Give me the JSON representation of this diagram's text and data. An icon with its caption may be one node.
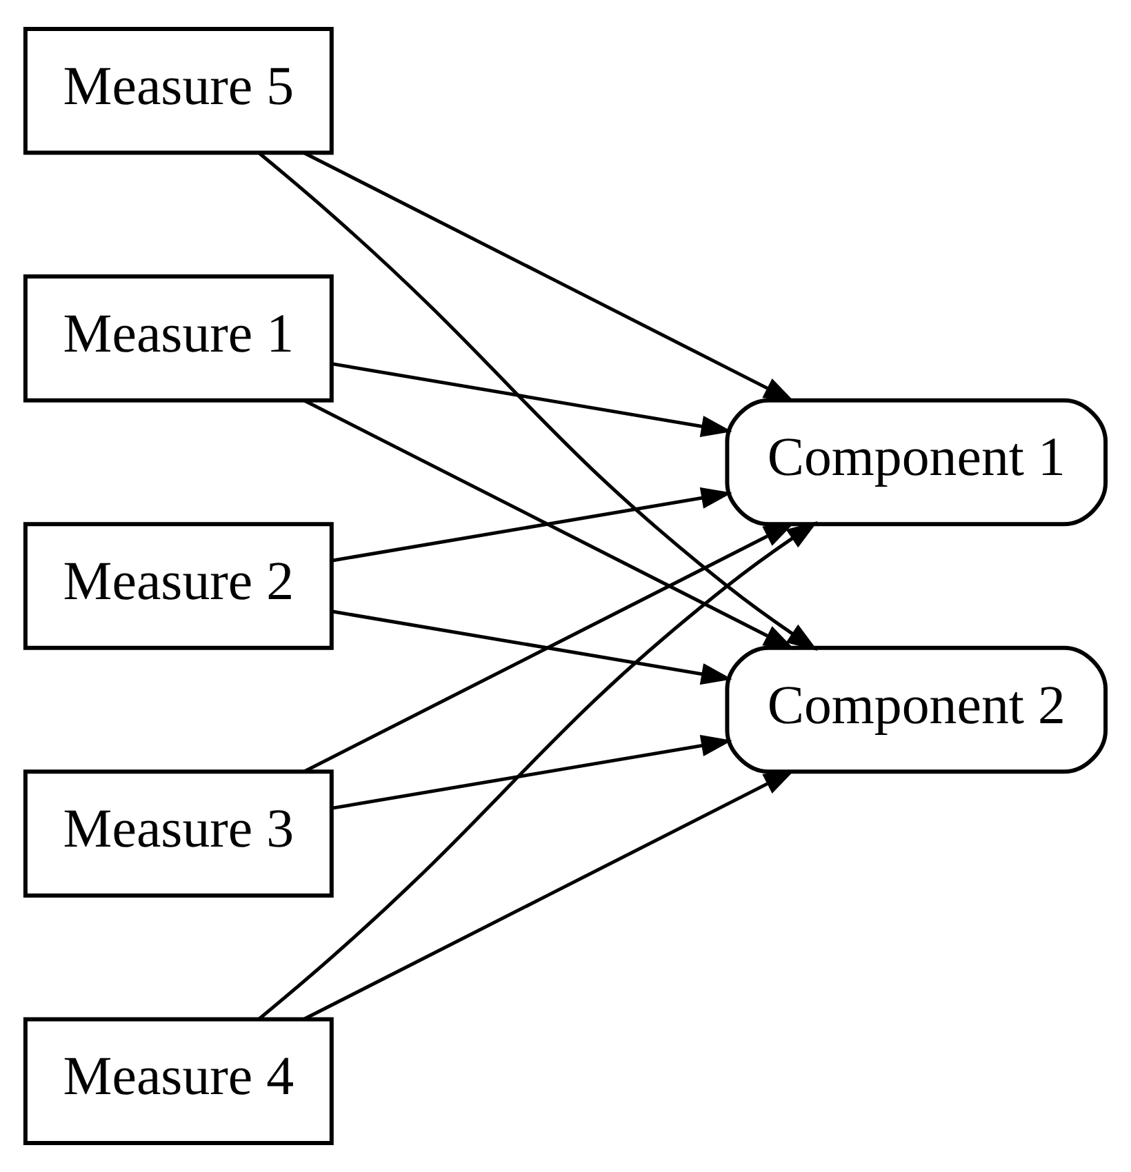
{
  "diagram": {
    "nodes": [
      {
        "text": [
          "Measure 1"
        ]
      },
      {
        "text": [
          "Measure 2"
        ]
      },
      {
        "text": [
          "Measure 3"
        ]
      },
      {
        "text": [
          "Measure 4"
        ]
      },
      {
        "text": [
          "Measure 5"
        ]
      },
      {
        "text": [
          "Component 1"
        ]
      },
      {
        "text": [
          "Component 2"
        ]
      }
    ],
    "edges": [
      {
        "from": 0,
        "to": 5,
        "arrow": "to"
      },
      {
        "from": 0,
        "to": 6,
        "arrow": "to"
      },
      {
        "from": 1,
        "to": 5,
        "arrow": "to"
      },
      {
        "from": 1,
        "to": 6,
        "arrow": "to"
      },
      {
        "from": 2,
        "to": 5,
        "arrow": "to"
      },
      {
        "from": 2,
        "to": 6,
        "arrow": "to"
      },
      {
        "from": 3,
        "to": 5,
        "arrow": "to"
      },
      {
        "from": 3,
        "to": 6,
        "arrow": "to"
      },
      {
        "from": 4,
        "to": 5,
        "arrow": "to"
      },
      {
        "from": 4,
        "to": 6,
        "arrow": "to"
      }
    ]
  }
}
